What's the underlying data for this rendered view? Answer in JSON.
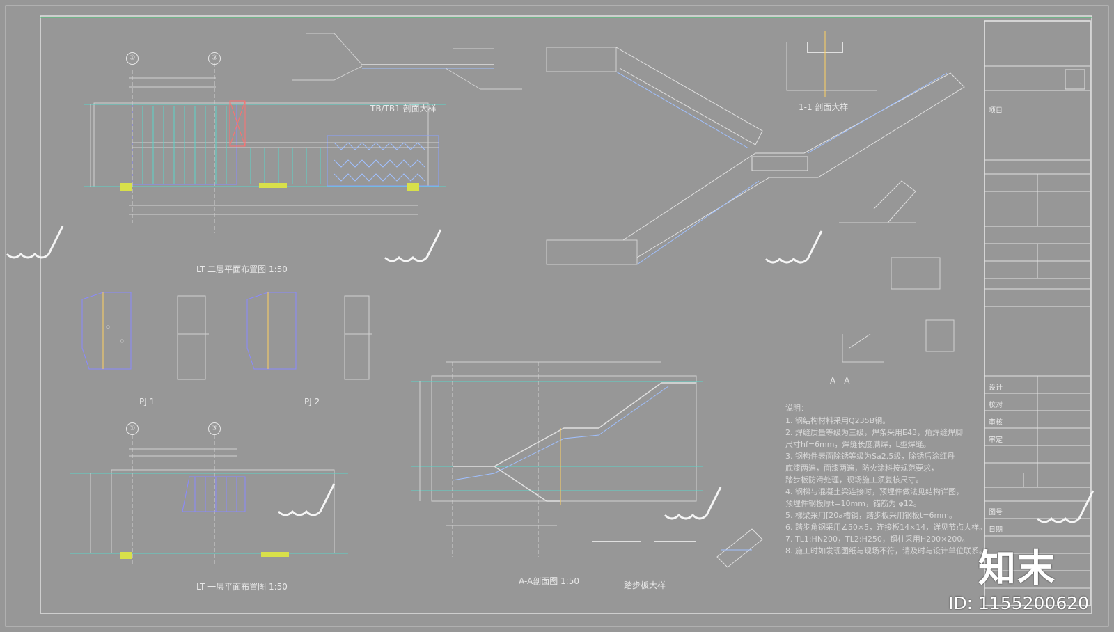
{
  "watermark": {
    "logo_text": "知末",
    "id_text": "ID: 1155200620"
  },
  "axes_top": [
    "①",
    "③"
  ],
  "views": {
    "plan_upper": {
      "title": "LT 二层平面布置图 1:50"
    },
    "plan_lower": {
      "title": "LT 一层平面布置图 1:50"
    },
    "detail_pj1": {
      "title": "PJ-1"
    },
    "detail_pj2": {
      "title": "PJ-2"
    },
    "section_aa_full": {
      "title": "A-A剖面图 1:50"
    },
    "tread_detail": {
      "title": "踏步板大样"
    },
    "section_11": {
      "title": "1-1 剖面大样"
    },
    "section_aa_small": {
      "title": "A—A"
    },
    "tbj_detail": {
      "title": "TB/TB1 剖面大样"
    }
  },
  "notes": {
    "heading": "说明：",
    "items": [
      "1. 钢结构材料采用Q235B钢。",
      "2. 焊缝质量等级为三级，焊条采用E43，角焊缝焊脚",
      "   尺寸hf=6mm，焊缝长度满焊，L型焊缝。",
      "3. 钢构件表面除锈等级为Sa2.5级，除锈后涂红丹",
      "   底漆两遍，面漆两遍，防火涂料按规范要求，",
      "   踏步板防滑处理，现场施工须复核尺寸。",
      "4. 钢梯与混凝土梁连接时，预埋件做法见结构详图，",
      "   预埋件钢板厚t=10mm，锚筋为 φ12。",
      "5. 梯梁采用[20a槽钢，踏步板采用钢板t=6mm。",
      "6. 踏步角钢采用∠50×5，连接板14×14，详见节点大样。",
      "7. TL1:HN200，TL2:H250，钢柱采用H200×200。",
      "8. 施工时如发现图纸与现场不符，请及时与设计单位联系。"
    ]
  },
  "title_block": {
    "rows": [
      "项目",
      "设计",
      "校对",
      "审核",
      "审定",
      "图号",
      "日期"
    ]
  }
}
